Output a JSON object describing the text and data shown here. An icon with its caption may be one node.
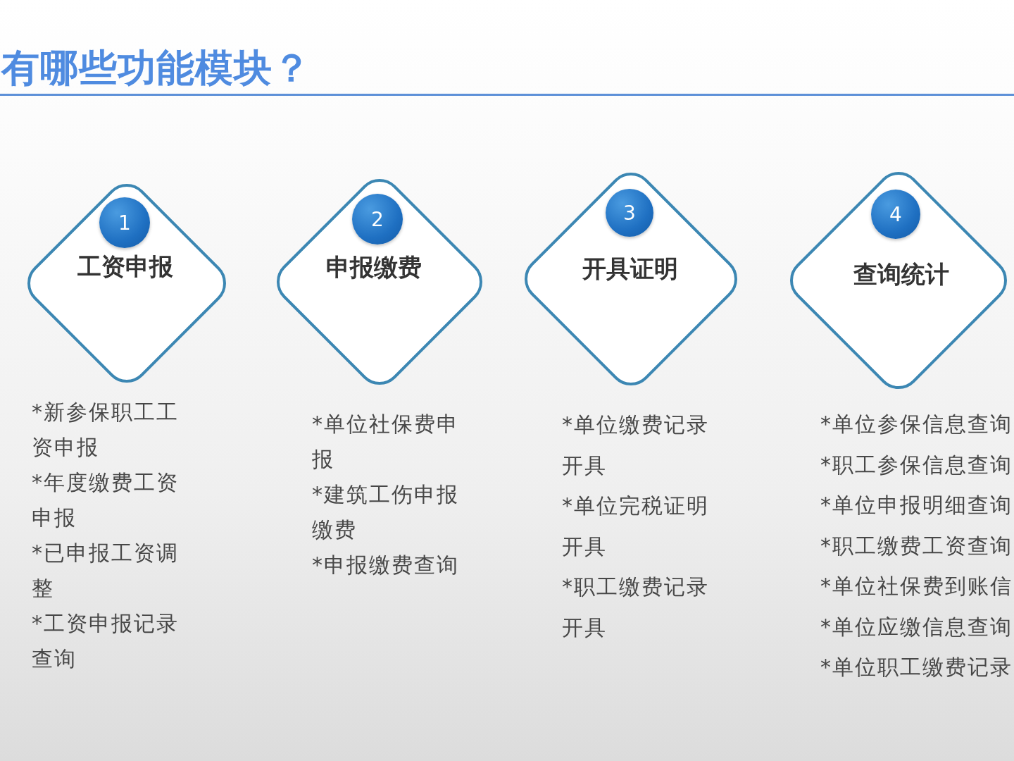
{
  "diagram": {
    "title": "有哪些功能模块？",
    "nodes": [
      {
        "text": [
          "工资申报"
        ],
        "beside": [
          "*新参保职工工资申报",
          "*年度缴费工资申报",
          "*已申报工资调整",
          "*工资申报记录查询"
        ]
      },
      {
        "text": [
          "1"
        ],
        "in": 0
      },
      {
        "text": [
          "申报缴费"
        ],
        "beside": [
          "*单位社保费申报",
          "*建筑工伤申报缴费",
          "*申报缴费查询"
        ]
      },
      {
        "text": [
          "2"
        ],
        "in": 2
      },
      {
        "text": [
          "开具证明"
        ],
        "beside": [
          "*单位缴费记录开具",
          "*单位完税证明开具",
          "*职工缴费记录开具"
        ]
      },
      {
        "text": [
          "3"
        ],
        "in": 4
      },
      {
        "text": [
          "查询统计"
        ],
        "beside": [
          "*单位参保信息查询",
          "*职工参保信息查询",
          "*单位申报明细查询",
          "*职工缴费工资查询",
          "*单位社保费到账信",
          "*单位应缴信息查询",
          "*单位职工缴费记录"
        ]
      },
      {
        "text": [
          "4"
        ],
        "in": 6
      }
    ]
  }
}
